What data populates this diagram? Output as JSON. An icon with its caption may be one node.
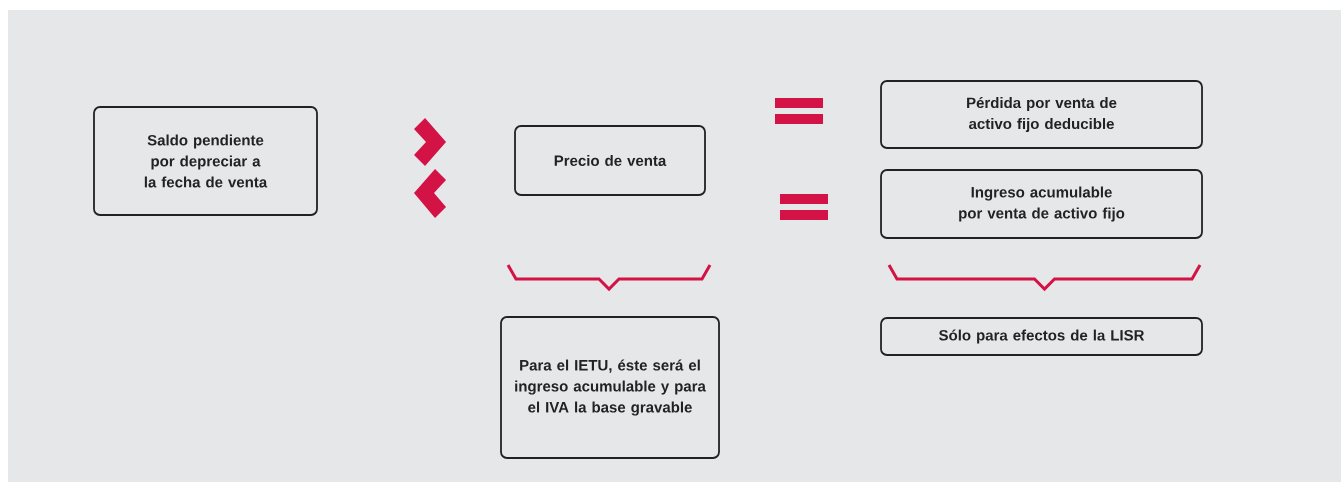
{
  "diagram": {
    "nodes": [
      {
        "text": [
          "Saldo pendiente por depreciar a la fecha de venta"
        ]
      },
      {
        "text": [
          "Precio de venta"
        ]
      },
      {
        "text": [
          "Pérdida por venta de activo fijo deducible"
        ]
      },
      {
        "text": [
          "Ingreso acumulable por venta de activo fijo"
        ]
      },
      {
        "text": [
          "Para el IETU, éste será el ingreso acumulable y para el IVA la base gravable"
        ]
      },
      {
        "text": [
          "Sólo para efectos de la LISR"
        ]
      }
    ]
  }
}
